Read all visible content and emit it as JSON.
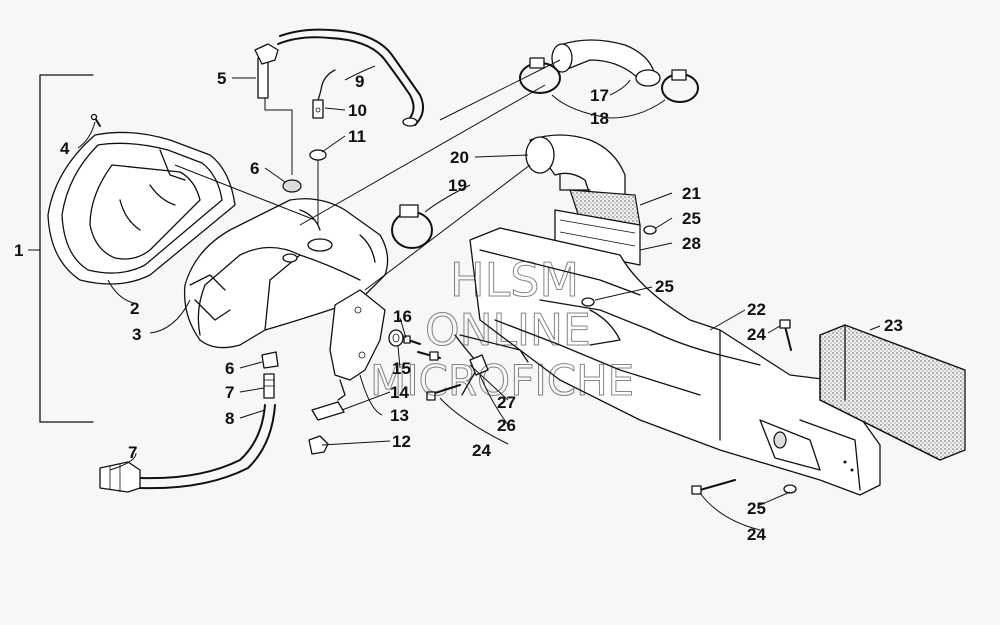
{
  "diagram": {
    "part_numbers": [
      "1",
      "2",
      "3",
      "4",
      "5",
      "6",
      "6",
      "7",
      "7",
      "8",
      "9",
      "10",
      "11",
      "12",
      "13",
      "14",
      "15",
      "16",
      "17",
      "18",
      "19",
      "20",
      "21",
      "22",
      "23",
      "24",
      "24",
      "24",
      "25",
      "25",
      "25",
      "26",
      "27",
      "28"
    ]
  },
  "watermark": {
    "line1": "HLSM",
    "line2": "ONLINE",
    "line3": "MICROFICHE"
  },
  "colors": {
    "ink": "#111111",
    "background": "#f7f7f7"
  }
}
